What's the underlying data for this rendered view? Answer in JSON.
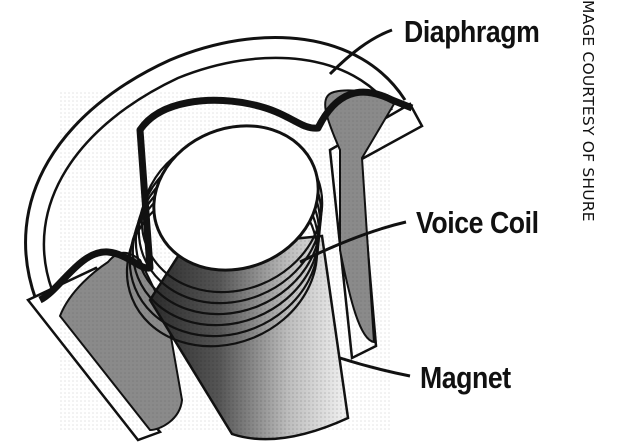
{
  "labels": {
    "diaphragm": "Diaphragm",
    "voice_coil": "Voice Coil",
    "magnet": "Magnet"
  },
  "credit": "MAGE COURTESY OF SHURE",
  "colors": {
    "ink": "#111111",
    "housing": "#8a8a8a",
    "background": "#ffffff"
  }
}
